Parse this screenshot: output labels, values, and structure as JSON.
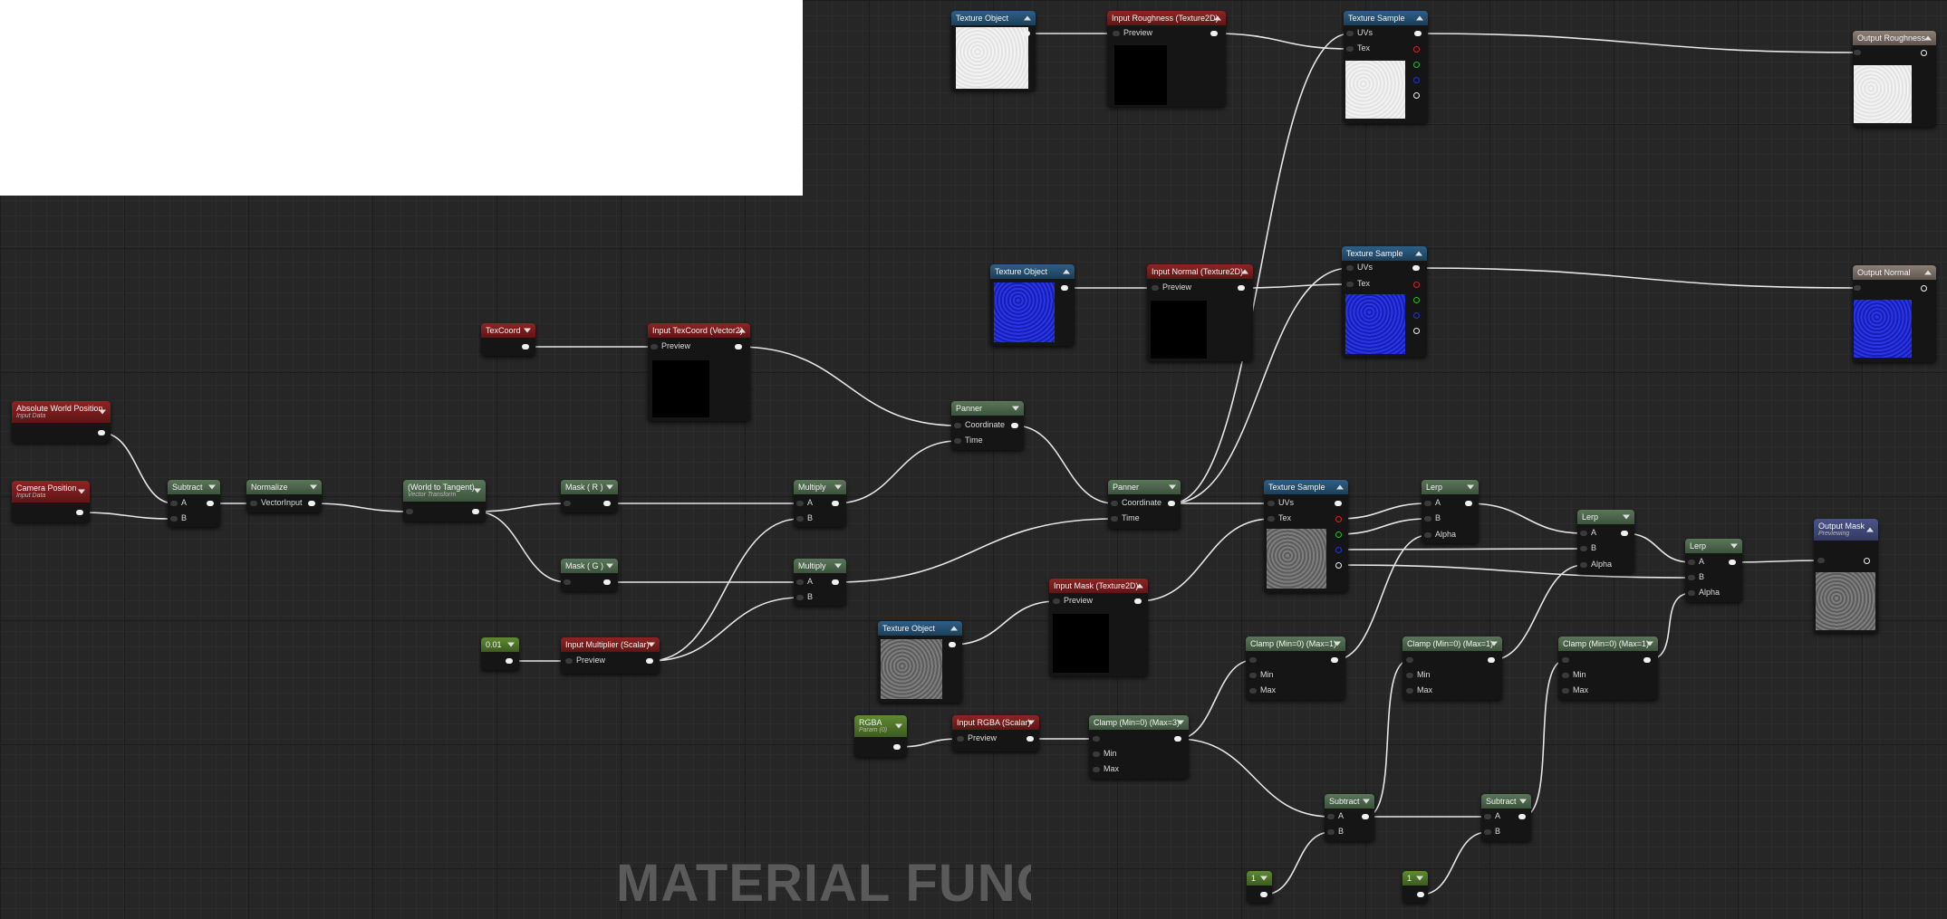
{
  "graph": {
    "watermark": "MATERIAL FUNCT"
  },
  "nodes": {
    "tex_obj_rough": {
      "title": "Texture Object"
    },
    "in_rough": {
      "title": "Input Roughness (Texture2D)",
      "pin": "Preview"
    },
    "tex_samp_rough": {
      "title": "Texture Sample",
      "uvs": "UVs",
      "tex": "Tex"
    },
    "out_rough": {
      "title": "Output Roughness"
    },
    "tex_obj_normal": {
      "title": "Texture Object"
    },
    "in_normal": {
      "title": "Input Normal (Texture2D)",
      "pin": "Preview"
    },
    "tex_samp_normal": {
      "title": "Texture Sample",
      "uvs": "UVs",
      "tex": "Tex"
    },
    "out_normal": {
      "title": "Output Normal"
    },
    "texcoord": {
      "title": "TexCoord"
    },
    "in_texcoord": {
      "title": "Input TexCoord (Vector2)",
      "pin": "Preview"
    },
    "abs_world": {
      "title": "Absolute World Position",
      "sub": "Input Data"
    },
    "cam_pos": {
      "title": "Camera Position",
      "sub": "Input Data"
    },
    "subtract1": {
      "title": "Subtract",
      "a": "A",
      "b": "B"
    },
    "normalize": {
      "title": "Normalize",
      "pin": "VectorInput"
    },
    "world_tangent": {
      "title": "(World to Tangent)",
      "sub": "Vector Transform"
    },
    "mask_r": {
      "title": "Mask ( R )"
    },
    "mask_g": {
      "title": "Mask ( G )"
    },
    "multiply1": {
      "title": "Multiply",
      "a": "A",
      "b": "B"
    },
    "multiply2": {
      "title": "Multiply",
      "a": "A",
      "b": "B"
    },
    "panner1": {
      "title": "Panner",
      "coord": "Coordinate",
      "time": "Time"
    },
    "panner2": {
      "title": "Panner",
      "coord": "Coordinate",
      "time": "Time"
    },
    "scalar_001": {
      "title": "0.01"
    },
    "in_multiplier": {
      "title": "Input Multiplier (Scalar)",
      "pin": "Preview"
    },
    "tex_samp_mask": {
      "title": "Texture Sample",
      "uvs": "UVs",
      "tex": "Tex"
    },
    "in_mask": {
      "title": "Input Mask (Texture2D)",
      "pin": "Preview"
    },
    "tex_obj_mask": {
      "title": "Texture Object"
    },
    "lerp1": {
      "title": "Lerp",
      "a": "A",
      "b": "B",
      "alpha": "Alpha"
    },
    "lerp2": {
      "title": "Lerp",
      "a": "A",
      "b": "B",
      "alpha": "Alpha"
    },
    "lerp3": {
      "title": "Lerp",
      "a": "A",
      "b": "B",
      "alpha": "Alpha"
    },
    "out_mask": {
      "title": "Output Mask",
      "sub": "Previewing"
    },
    "rgba_param": {
      "title": "RGBA",
      "sub": "Param (0)"
    },
    "in_rgba": {
      "title": "Input RGBA (Scalar)",
      "pin": "Preview"
    },
    "clamp0": {
      "title": "Clamp (Min=0) (Max=3)",
      "min": "Min",
      "max": "Max"
    },
    "clamp1": {
      "title": "Clamp (Min=0) (Max=1)",
      "min": "Min",
      "max": "Max"
    },
    "clamp2": {
      "title": "Clamp (Min=0) (Max=1)",
      "min": "Min",
      "max": "Max"
    },
    "clamp3": {
      "title": "Clamp (Min=0) (Max=1)",
      "min": "Min",
      "max": "Max"
    },
    "subtract2": {
      "title": "Subtract",
      "a": "A",
      "b": "B"
    },
    "subtract3": {
      "title": "Subtract",
      "a": "A",
      "b": "B"
    },
    "const1a": {
      "title": "1"
    },
    "const1b": {
      "title": "1"
    }
  },
  "colors": {
    "blue_header": "#2d5f86",
    "red_header": "#8f2424",
    "green_header": "#5a775a",
    "param_header": "#5f8a32",
    "output_header": "#8d8078",
    "result_header": "#4b5489",
    "wire": "#e6e6e6",
    "channel_r": "#e02020",
    "channel_g": "#20c020",
    "channel_b": "#2030e0"
  }
}
